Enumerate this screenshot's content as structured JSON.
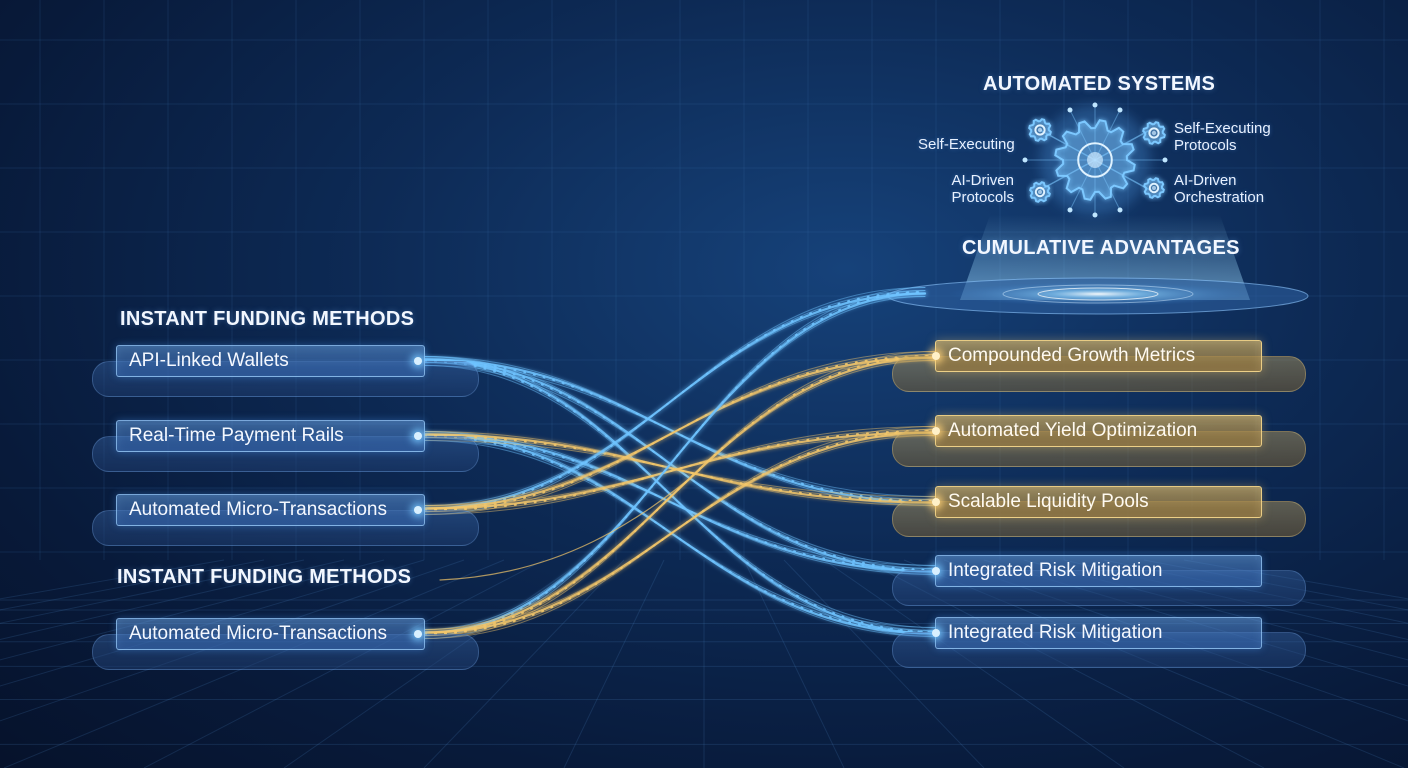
{
  "automated_systems": {
    "title": "AUTOMATED SYSTEMS",
    "labels": {
      "top_left": "Self-Executing",
      "top_right": [
        "Self-Executing",
        "Protocols"
      ],
      "bottom_left": [
        "AI-Driven",
        "Protocols"
      ],
      "bottom_right": [
        "AI-Driven",
        "Orchestration"
      ]
    }
  },
  "cumulative_title": "CUMULATIVE ADVANTAGES",
  "left_groups": [
    {
      "title": "INSTANT FUNDING METHODS",
      "items": [
        "API-Linked Wallets",
        "Real-Time Payment Rails",
        "Automated Micro-Transactions"
      ]
    },
    {
      "title": "INSTANT FUNDING METHODS",
      "items": [
        "Automated Micro-Transactions"
      ]
    }
  ],
  "right_items": [
    {
      "label": "Compounded Growth Metrics",
      "style": "gold"
    },
    {
      "label": "Automated Yield Optimization",
      "style": "gold"
    },
    {
      "label": "Scalable Liquidity Pools",
      "style": "gold"
    },
    {
      "label": "Integrated Risk Mitigation",
      "style": "blue"
    },
    {
      "label": "Integrated Risk Mitigation",
      "style": "blue"
    }
  ],
  "colors": {
    "background": "#0d2a55",
    "blue_stream": "#6fc3ff",
    "gold_stream": "#f2c66a",
    "gear": "#7cc8ff"
  },
  "icons": [
    "large-gear-icon",
    "small-gear-icon"
  ]
}
